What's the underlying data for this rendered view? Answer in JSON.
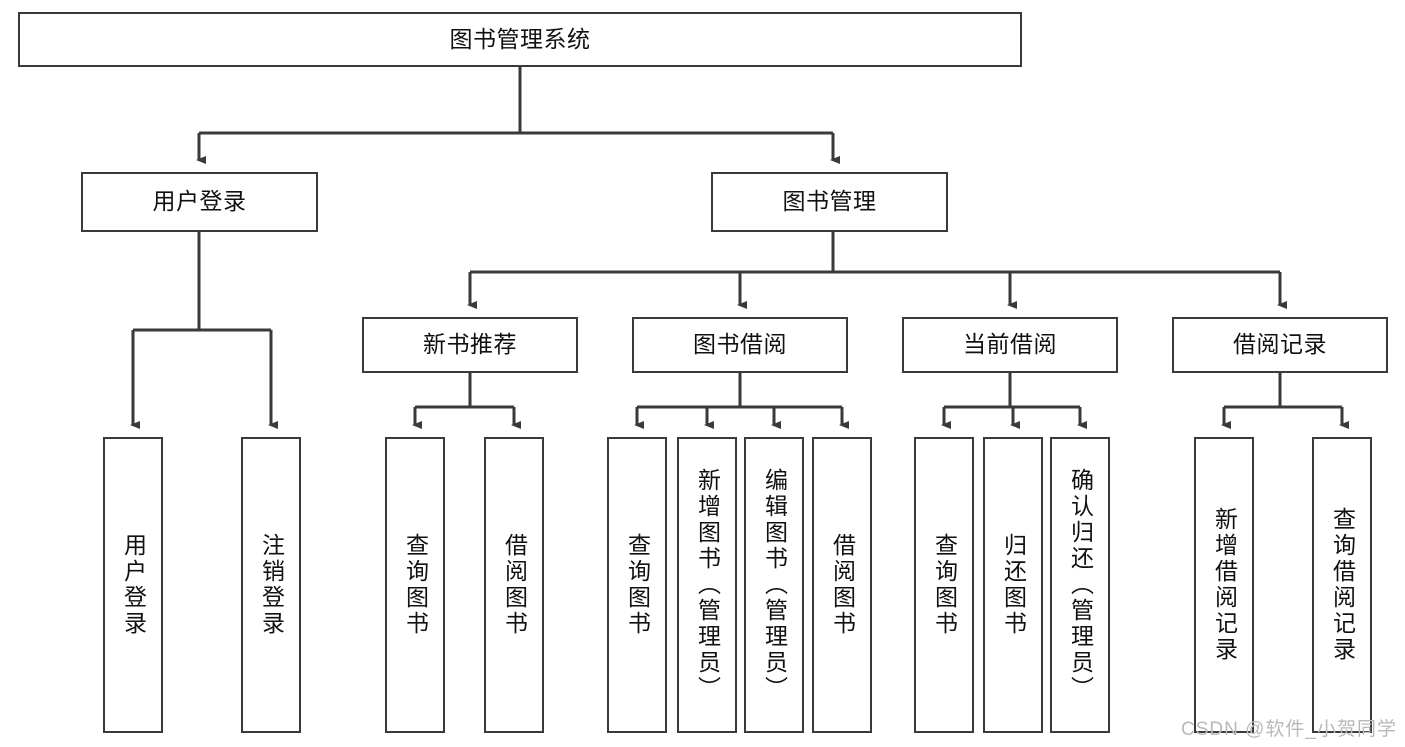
{
  "diagram": {
    "title": "图书管理系统",
    "type": "tree-hierarchy-chart",
    "root": {
      "label": "图书管理系统"
    },
    "level2": [
      {
        "label": "用户登录"
      },
      {
        "label": "图书管理"
      }
    ],
    "level3": [
      {
        "label": "新书推荐"
      },
      {
        "label": "图书借阅"
      },
      {
        "label": "当前借阅"
      },
      {
        "label": "借阅记录"
      }
    ],
    "leaves": {
      "user_login": [
        {
          "label": "用户登录"
        },
        {
          "label": "注销登录"
        }
      ],
      "new_book_recommend": [
        {
          "label": "查询图书"
        },
        {
          "label": "借阅图书"
        }
      ],
      "book_borrow": [
        {
          "label": "查询图书"
        },
        {
          "label": "新增图书（管理员）"
        },
        {
          "label": "编辑图书（管理员）"
        },
        {
          "label": "借阅图书"
        }
      ],
      "current_borrow": [
        {
          "label": "查询图书"
        },
        {
          "label": "归还图书"
        },
        {
          "label": "确认归还（管理员）"
        }
      ],
      "borrow_record": [
        {
          "label": "新增借阅记录"
        },
        {
          "label": "查询借阅记录"
        }
      ]
    }
  },
  "watermark": {
    "text": "CSDN @软件_小贺同学"
  },
  "colors": {
    "box_border": "#3a3a3a",
    "connector": "#3a3a3a",
    "background": "#ffffff",
    "text": "#111111",
    "watermark": "#b9b9b9"
  }
}
